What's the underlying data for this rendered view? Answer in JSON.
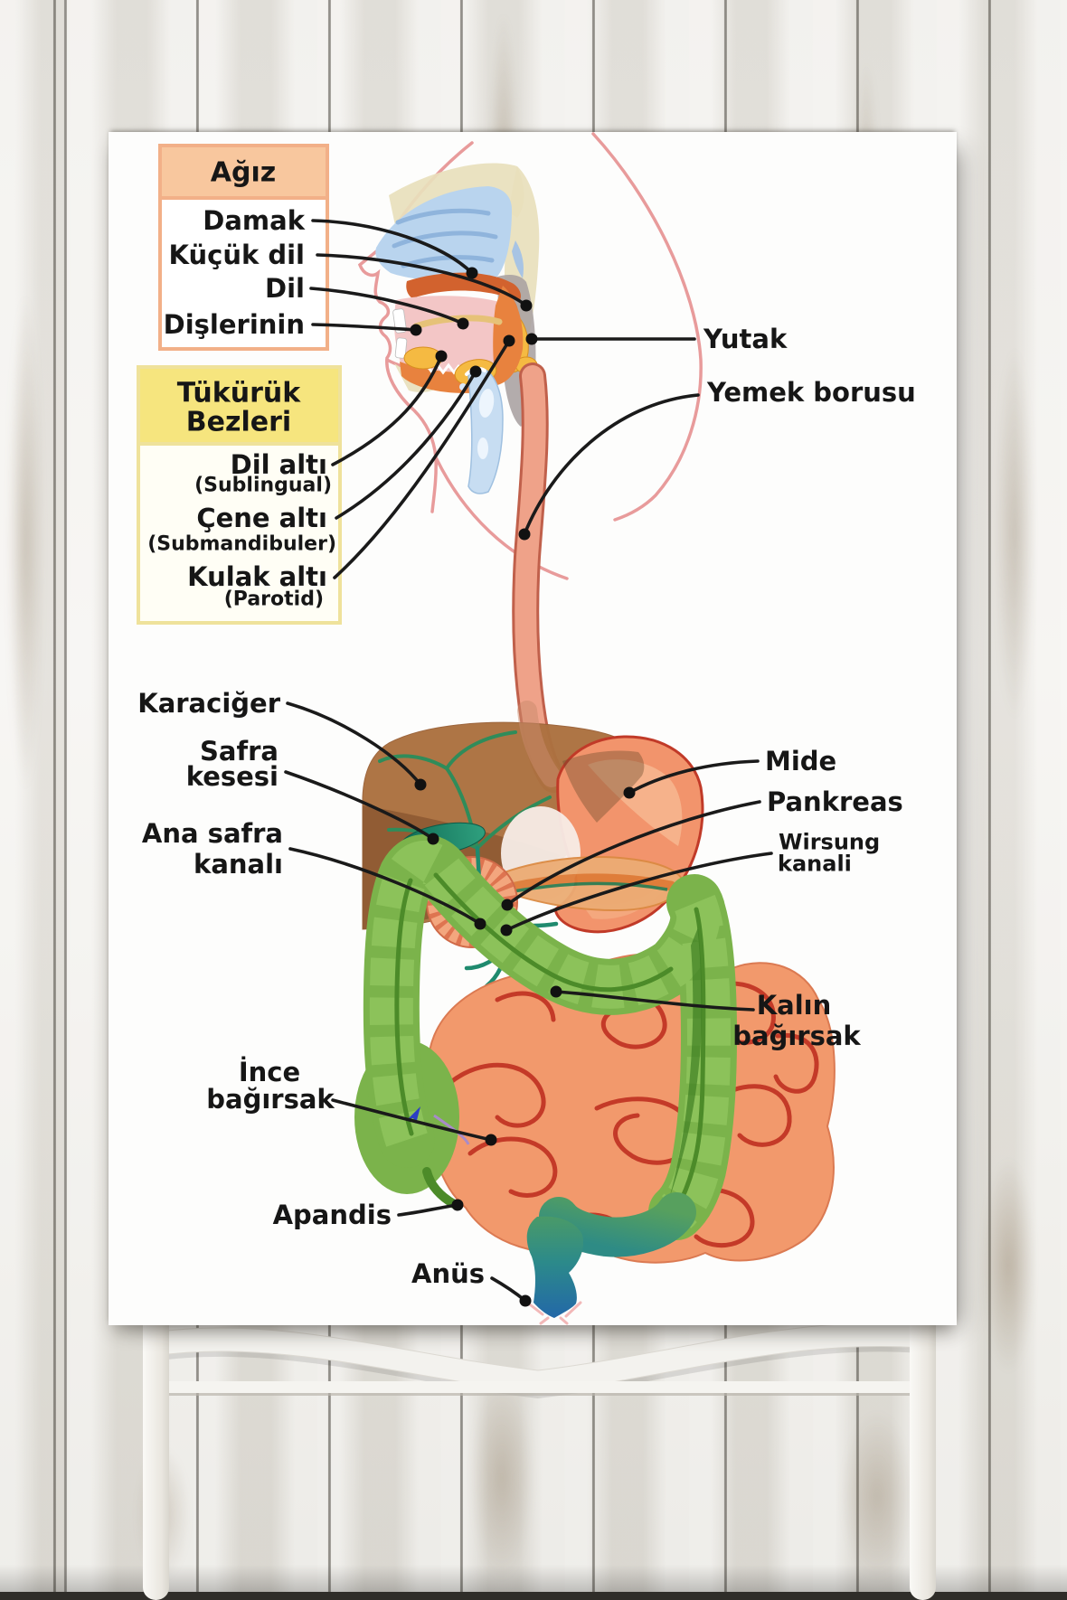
{
  "poster": {
    "palette": {
      "box1_header": "#F8C79E",
      "box1_border": "#F2B088",
      "box2_header": "#F6E57E",
      "box2_border": "#EFE29B",
      "liver": "#AC7140",
      "stomach": "#F2946C",
      "colon": "#7BB34B",
      "small_intestine": "#F2996C",
      "esophagus": "#EFA289",
      "gallbladder": "#1E7B64",
      "leader_line": "#1A1A1A"
    },
    "box1": {
      "title": "Ağız",
      "items": [
        "Damak",
        "Küçük dil",
        "Dil",
        "Dişlerinin"
      ]
    },
    "box2": {
      "title_line1": "Tükürük",
      "title_line2": "Bezleri",
      "items": [
        {
          "main": "Dil altı",
          "sub": "(Sublingual)"
        },
        {
          "main": "Çene altı",
          "sub": "(Submandibuler)"
        },
        {
          "main": "Kulak altı",
          "sub": "(Parotid)"
        }
      ]
    },
    "organ_labels": {
      "pharynx": "Yutak",
      "esophagus": "Yemek borusu",
      "liver": "Karaciğer",
      "gallbladder_line1": "Safra",
      "gallbladder_line2": "kesesi",
      "bile_duct_line1": "Ana safra",
      "bile_duct_line2": "kanalı",
      "stomach": "Mide",
      "pancreas": "Pankreas",
      "wirsung_line1": "Wirsung",
      "wirsung_line2": "kanali",
      "large_intestine_line1": "Kalın",
      "large_intestine_line2": "bağırsak",
      "small_intestine_line1": "İnce",
      "small_intestine_line2": "bağırsak",
      "appendix": "Apandis",
      "anus": "Anüs"
    }
  }
}
